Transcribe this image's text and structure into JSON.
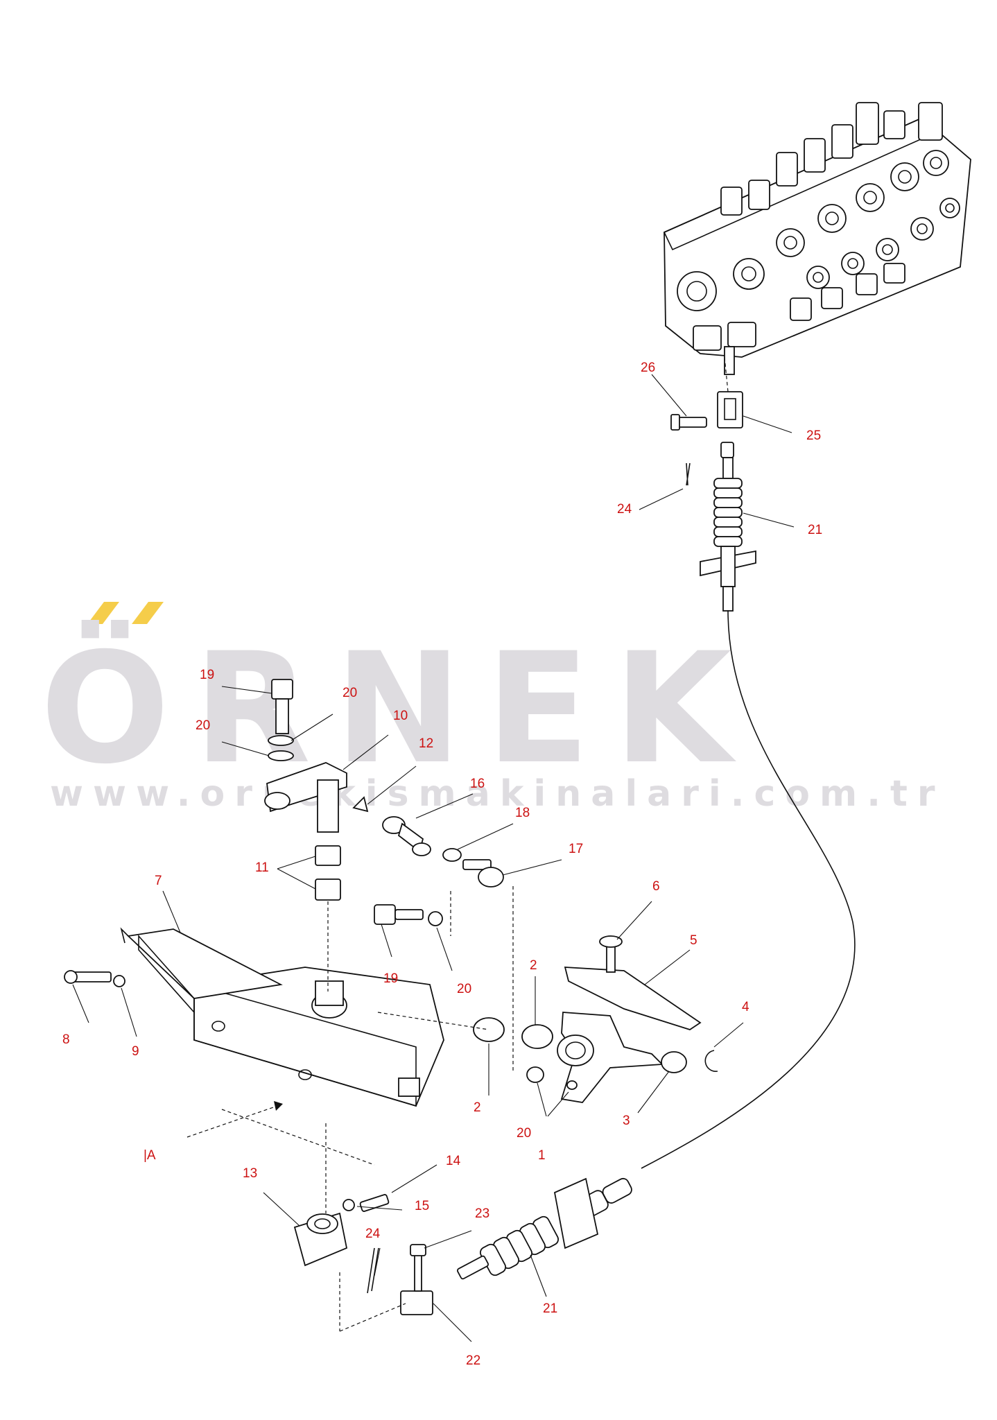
{
  "watermark": {
    "brand": "ÖRNEK",
    "url": "www.ornekismakinalari.com.tr",
    "accent_color": "#f5cd4a",
    "text_color": "#dedce0"
  },
  "view_marker": "|A",
  "callouts": {
    "c1": "1",
    "c2a": "2",
    "c2b": "2",
    "c3": "3",
    "c4": "4",
    "c5": "5",
    "c6": "6",
    "c7": "7",
    "c8": "8",
    "c9": "9",
    "c10": "10",
    "c11": "11",
    "c12": "12",
    "c13": "13",
    "c14": "14",
    "c15": "15",
    "c16": "16",
    "c17": "17",
    "c18": "18",
    "c19a": "19",
    "c19b": "19",
    "c20a": "20",
    "c20b": "20",
    "c20c": "20",
    "c20d": "20",
    "c21a": "21",
    "c21b": "21",
    "c22": "22",
    "c23": "23",
    "c24a": "24",
    "c24b": "24",
    "c25": "25",
    "c26": "26"
  },
  "colors": {
    "callout": "#cc1111",
    "linework": "#111111"
  }
}
